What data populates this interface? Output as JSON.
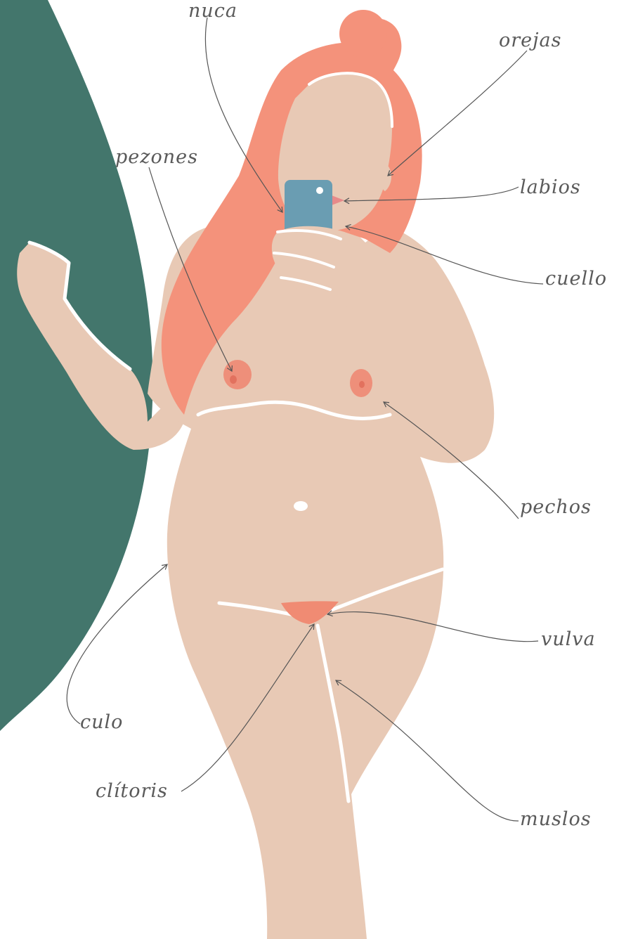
{
  "labels": {
    "nuca": "nuca",
    "orejas": "orejas",
    "pezones": "pezones",
    "labios": "labios",
    "cuello": "cuello",
    "pechos": "pechos",
    "vulva": "vulva",
    "culo": "culo",
    "clitoris": "clítoris",
    "muslos": "muslos"
  },
  "colors": {
    "background": "#ffffff",
    "accent_shape": "#43766c",
    "skin": "#e8c9b5",
    "hair": "#f4927b",
    "hair_shadow": "#e6806a",
    "nipple": "#ee8f7a",
    "nipple_dot": "#e2715e",
    "phone": "#6a9db2",
    "lips": "#e78a8a",
    "vulva": "#f08b73",
    "line": "#555555"
  }
}
